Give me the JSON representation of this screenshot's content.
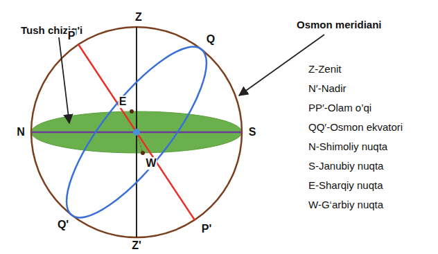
{
  "diagram": {
    "labels": [
      "Tush chizig'i",
      "Osmon meridiani",
      "Z",
      "P",
      "Q",
      "E",
      "N",
      "S",
      "W",
      "Q'",
      "P'",
      "Z'",
      "Z-Zenit",
      "N′-Nadir",
      "PP′-Olam o’qi",
      "QQ′-Osmon ekvatori",
      "N-Shimoliy nuqta",
      "S-Janubiy nuqta",
      "E-Sharqiy nuqta",
      "W-G‘arbiy nuqta"
    ]
  }
}
